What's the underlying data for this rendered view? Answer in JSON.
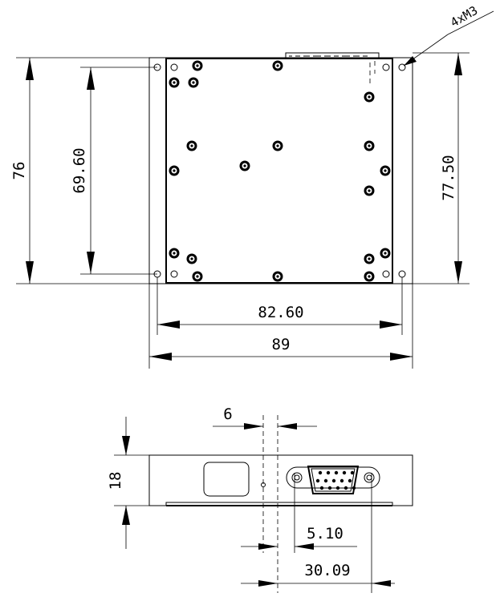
{
  "labels": {
    "hole_note": "4xM3",
    "height_outer": "76",
    "height_holes": "69.60",
    "height_right": "77.50",
    "width_holes": "82.60",
    "width_outer": "89",
    "side_offset": "6",
    "side_height": "18",
    "connector_offset": "5.10",
    "connector_width": "30.09"
  }
}
